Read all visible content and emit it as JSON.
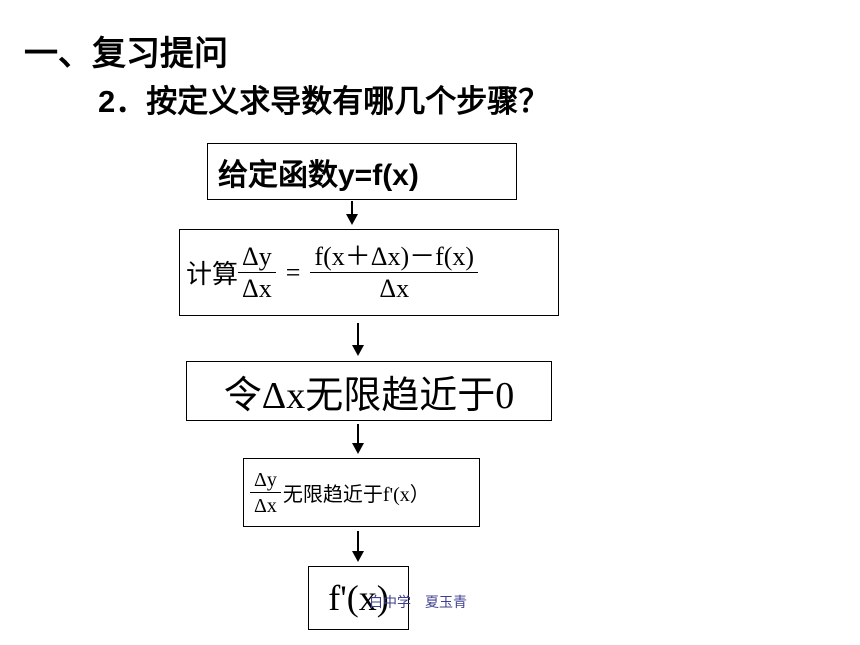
{
  "header": {
    "title": "一、复习提问",
    "subtitle": "2．按定义求导数有哪几个步骤？"
  },
  "steps": {
    "step1": {
      "text": "给定函数y=f(x)"
    },
    "step2": {
      "prefix": "计算",
      "lhs_num": "Δy",
      "lhs_den": "Δx",
      "equals": "=",
      "rhs_num": "f(x＋Δx)－f(x)",
      "rhs_den": "Δx"
    },
    "step3": {
      "text": "令Δx无限趋近于0"
    },
    "step4": {
      "num": "Δy",
      "den": "Δx",
      "text": "无限趋近于f'(x）"
    },
    "step5": {
      "text": "f'(x)"
    }
  },
  "watermark": {
    "text": "白中学　夏玉青"
  }
}
